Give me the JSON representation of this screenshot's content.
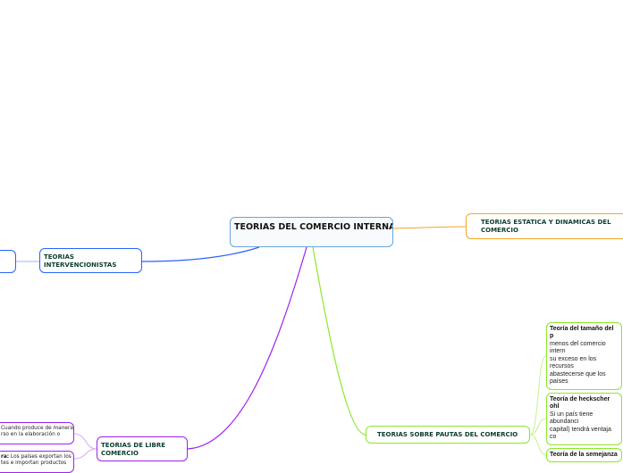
{
  "central": {
    "title": "TEORIAS DEL COMERCIO INTERNACIONAL (TIC)"
  },
  "branches": {
    "estatica": "TEORIAS ESTATICA Y DINAMICAS DEL COMERCIO",
    "intervencionistas": "TEORIAS INTERVENCIONISTAS",
    "libre": "TEORIAS DE LIBRE COMERCIO",
    "pautas": "TEORIAS SOBRE PAUTAS DEL COMERCIO"
  },
  "libre_children": [
    {
      "line1": "Cuando produce de manera",
      "line2": "rso en la elaboración o"
    },
    {
      "title": "ra:",
      "line1": " Los países exportan los",
      "line2": "tes e importan productos"
    }
  ],
  "pautas_children": [
    {
      "title": "Teoría del tamaño del p",
      "lines": [
        "menos del comercio intern",
        "su exceso en los recursos",
        "abastecerse que los países"
      ]
    },
    {
      "title": "Teoría de heckscher ohl",
      "lines": [
        "Si un país tiene abundanci",
        "capital) tendrá ventaja co"
      ]
    },
    {
      "title": "Teoría de la semejanza",
      "lines": []
    }
  ],
  "colors": {
    "central": "#6aa4d8",
    "estatica": "#f5a623",
    "intervencionistas": "#2962ff",
    "libre": "#a020f0",
    "pautas": "#8be82a"
  }
}
